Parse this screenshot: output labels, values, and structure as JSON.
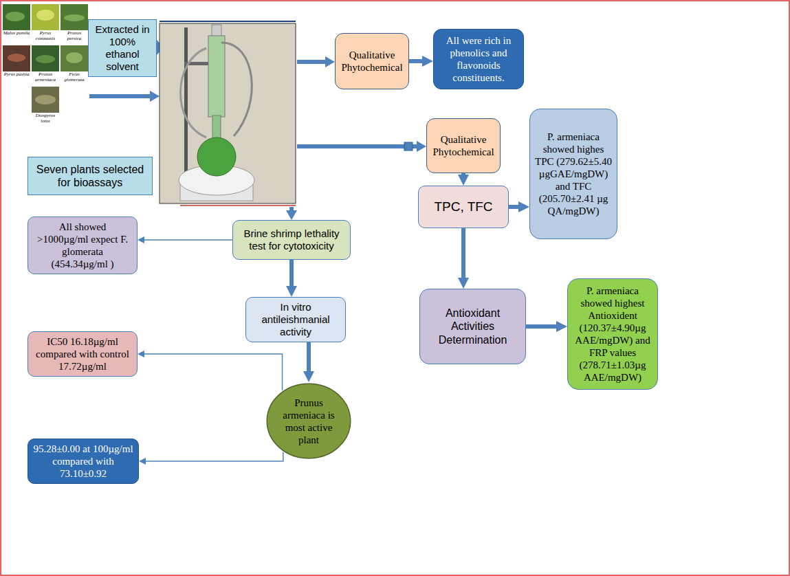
{
  "diagram": {
    "nodes": [
      {
        "text": [
          "Extracted in 100% ethanol solvent"
        ]
      },
      {
        "text": [
          "Qualitative Phytochemical"
        ]
      },
      {
        "text": [
          "All were rich in phenolics and flavonoids constituents."
        ]
      },
      {
        "text": [
          "Qualitative Phytochemical"
        ]
      },
      {
        "text": [
          "Seven plants selected for bioassays"
        ]
      },
      {
        "text": [
          "TPC, TFC"
        ]
      },
      {
        "text": [
          "P. armeniaca showed highes TPC (279.62±5.40 µgGAE/mgDW) and TFC (205.70±2.41 µg QA/mgDW)"
        ]
      },
      {
        "text": [
          "All showed >1000µg/ml expect F. glomerata (454.34µg/ml )"
        ]
      },
      {
        "text": [
          "Brine shrimp lethality test for cytotoxicity"
        ]
      },
      {
        "text": [
          "Antioxidant Activities Determination"
        ]
      },
      {
        "text": [
          "In vitro antileishmanial activity"
        ]
      },
      {
        "text": [
          "P. armeniaca showed highest Antioxident (120.37±4.90µg AAE/mgDW) and FRP values (278.71±1.03µg AAE/mgDW)"
        ]
      },
      {
        "text": [
          "IC50 16.18µg/ml compared with control 17.72µg/ml"
        ]
      },
      {
        "text": [
          "Prunus armeniaca is most active plant"
        ]
      },
      {
        "text": [
          "95.28±0.00 at 100µg/ml compared with 73.10±0.92"
        ]
      }
    ],
    "edges": [
      {
        "from": 1,
        "to": 2,
        "arrow": "to"
      },
      {
        "from": 3,
        "to": 5,
        "arrow": "to"
      },
      {
        "from": 5,
        "to": 6,
        "arrow": "to"
      },
      {
        "from": 5,
        "to": 9,
        "arrow": "to"
      },
      {
        "from": 9,
        "to": 11,
        "arrow": "to"
      },
      {
        "from": 8,
        "to": 7,
        "arrow": "to"
      },
      {
        "from": 8,
        "to": 10,
        "arrow": "to"
      },
      {
        "from": 10,
        "to": 13,
        "arrow": "to"
      },
      {
        "from": 13,
        "to": 12,
        "arrow": "to"
      },
      {
        "from": 13,
        "to": 14,
        "arrow": "to"
      }
    ],
    "labels": [
      "Malus pumila",
      "Pyrus communis",
      "Prunus persica",
      "Pyrus pashia",
      "Prunus armeniaca",
      "Ficus glomerata",
      "Diospyros lotus"
    ]
  }
}
